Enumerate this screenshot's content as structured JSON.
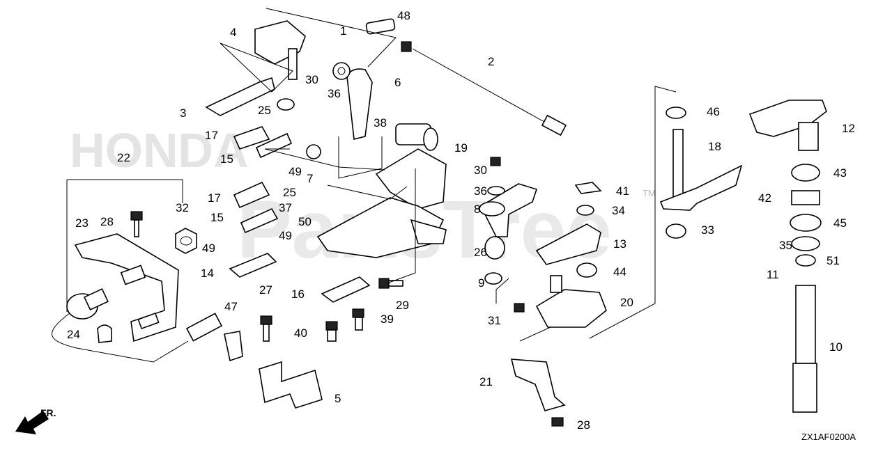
{
  "watermark": {
    "brand": "HONDA",
    "site": "PartsTree",
    "tm": "TM"
  },
  "diagram_code": "ZX1AF0200A",
  "direction_label": "FR.",
  "callouts": [
    {
      "id": "n1",
      "text": "1"
    },
    {
      "id": "n2",
      "text": "2"
    },
    {
      "id": "n3",
      "text": "3"
    },
    {
      "id": "n4",
      "text": "4"
    },
    {
      "id": "n5",
      "text": "5"
    },
    {
      "id": "n6",
      "text": "6"
    },
    {
      "id": "n7",
      "text": "7"
    },
    {
      "id": "n8",
      "text": "8"
    },
    {
      "id": "n9",
      "text": "9"
    },
    {
      "id": "n10",
      "text": "10"
    },
    {
      "id": "n11",
      "text": "11"
    },
    {
      "id": "n12",
      "text": "12"
    },
    {
      "id": "n13",
      "text": "13"
    },
    {
      "id": "n14",
      "text": "14"
    },
    {
      "id": "n15a",
      "text": "15"
    },
    {
      "id": "n15b",
      "text": "15"
    },
    {
      "id": "n16",
      "text": "16"
    },
    {
      "id": "n17a",
      "text": "17"
    },
    {
      "id": "n17b",
      "text": "17"
    },
    {
      "id": "n18",
      "text": "18"
    },
    {
      "id": "n19",
      "text": "19"
    },
    {
      "id": "n20",
      "text": "20"
    },
    {
      "id": "n21",
      "text": "21"
    },
    {
      "id": "n22",
      "text": "22"
    },
    {
      "id": "n23",
      "text": "23"
    },
    {
      "id": "n24",
      "text": "24"
    },
    {
      "id": "n25a",
      "text": "25"
    },
    {
      "id": "n25b",
      "text": "25"
    },
    {
      "id": "n26",
      "text": "26"
    },
    {
      "id": "n27",
      "text": "27"
    },
    {
      "id": "n28a",
      "text": "28"
    },
    {
      "id": "n28b",
      "text": "28"
    },
    {
      "id": "n29",
      "text": "29"
    },
    {
      "id": "n30a",
      "text": "30"
    },
    {
      "id": "n30b",
      "text": "30"
    },
    {
      "id": "n31",
      "text": "31"
    },
    {
      "id": "n32",
      "text": "32"
    },
    {
      "id": "n33",
      "text": "33"
    },
    {
      "id": "n34",
      "text": "34"
    },
    {
      "id": "n35",
      "text": "35"
    },
    {
      "id": "n36a",
      "text": "36"
    },
    {
      "id": "n36b",
      "text": "36"
    },
    {
      "id": "n37",
      "text": "37"
    },
    {
      "id": "n38",
      "text": "38"
    },
    {
      "id": "n39",
      "text": "39"
    },
    {
      "id": "n40",
      "text": "40"
    },
    {
      "id": "n41",
      "text": "41"
    },
    {
      "id": "n42",
      "text": "42"
    },
    {
      "id": "n43",
      "text": "43"
    },
    {
      "id": "n44",
      "text": "44"
    },
    {
      "id": "n45",
      "text": "45"
    },
    {
      "id": "n46",
      "text": "46"
    },
    {
      "id": "n47",
      "text": "47"
    },
    {
      "id": "n48",
      "text": "48"
    },
    {
      "id": "n49a",
      "text": "49"
    },
    {
      "id": "n49b",
      "text": "49"
    },
    {
      "id": "n49c",
      "text": "49"
    },
    {
      "id": "n50",
      "text": "50"
    },
    {
      "id": "n51",
      "text": "51"
    }
  ]
}
